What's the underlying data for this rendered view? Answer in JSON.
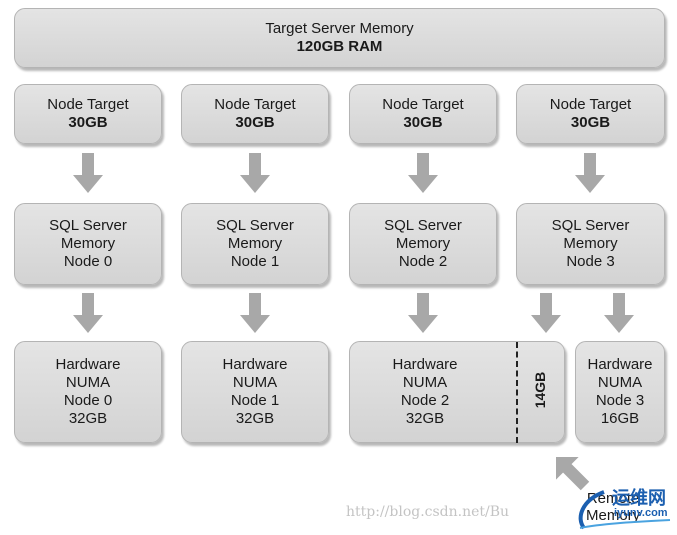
{
  "target_server": {
    "title": "Target Server Memory",
    "value": "120GB RAM"
  },
  "node_targets": [
    {
      "label": "Node Target",
      "value": "30GB"
    },
    {
      "label": "Node Target",
      "value": "30GB"
    },
    {
      "label": "Node Target",
      "value": "30GB"
    },
    {
      "label": "Node Target",
      "value": "30GB"
    }
  ],
  "sql_nodes": [
    {
      "line1": "SQL Server",
      "line2": "Memory",
      "line3": "Node 0"
    },
    {
      "line1": "SQL Server",
      "line2": "Memory",
      "line3": "Node 1"
    },
    {
      "line1": "SQL Server",
      "line2": "Memory",
      "line3": "Node 2"
    },
    {
      "line1": "SQL Server",
      "line2": "Memory",
      "line3": "Node 3"
    }
  ],
  "hw_nodes": [
    {
      "line1": "Hardware",
      "line2": "NUMA",
      "line3": "Node 0",
      "size": "32GB"
    },
    {
      "line1": "Hardware",
      "line2": "NUMA",
      "line3": "Node 1",
      "size": "32GB"
    },
    {
      "line1": "Hardware",
      "line2": "NUMA",
      "line3": "Node 2",
      "size": "32GB"
    },
    {
      "line1": "Hardware",
      "line2": "NUMA",
      "line3": "Node 3",
      "size": "16GB"
    }
  ],
  "remote_portion": "14GB",
  "remote_memory": {
    "line1": "Remote",
    "line2": "Memory"
  },
  "watermark": "http://blog.csdn.net/Bu",
  "logo": {
    "text": "运维网",
    "sub": "iyunv.com"
  },
  "colors": {
    "box_fill": "#dadada",
    "arrow": "#a8a8a8",
    "border": "#b4b4b4",
    "logo_blue": "#1b5fb0"
  },
  "icons": {
    "arrow": "down-arrow-icon",
    "diag_arrow": "diagonal-arrow-icon"
  }
}
